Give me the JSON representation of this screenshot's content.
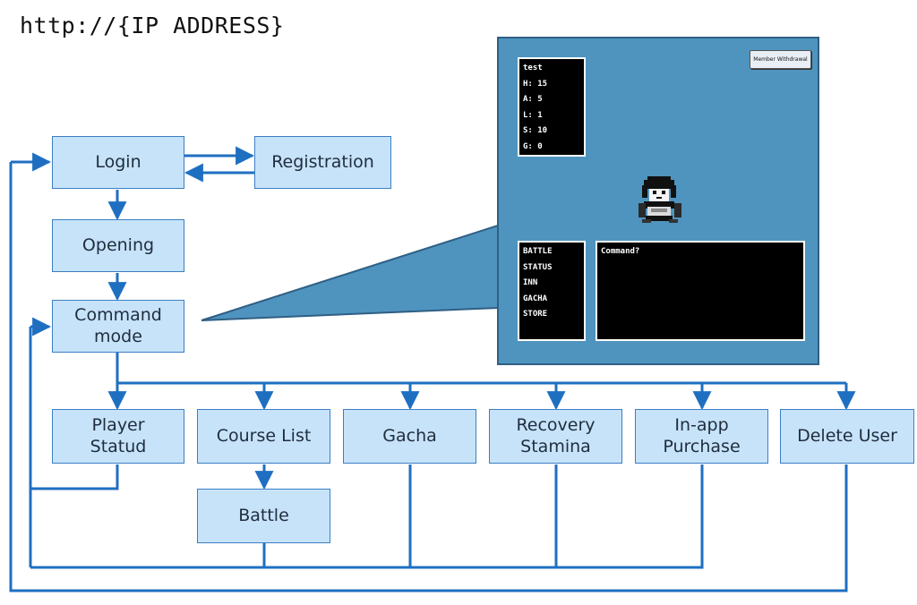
{
  "url": "http://{IP ADDRESS}",
  "nodes": {
    "login": "Login",
    "registration": "Registration",
    "opening": "Opening",
    "command_mode": "Command mode",
    "player_status": "Player Statud",
    "course_list": "Course List",
    "gacha": "Gacha",
    "recovery_stamina": "Recovery Stamina",
    "in_app_purchase": "In-app Purchase",
    "delete_user": "Delete User",
    "battle": "Battle"
  },
  "game_screen": {
    "withdraw_button": "Member Withdrawal",
    "status": {
      "name": "test",
      "lines": [
        "H: 15",
        "A: 5",
        "L: 1",
        "S: 10",
        "G: 0"
      ]
    },
    "menu": [
      "BATTLE",
      "STATUS",
      "INN",
      "GACHA",
      "STORE"
    ],
    "message": "Command?"
  },
  "colors": {
    "box_fill": "#c7e3fa",
    "box_border": "#3b7fc4",
    "arrow": "#1f6fc1",
    "screen_bg": "#4f94bf"
  }
}
